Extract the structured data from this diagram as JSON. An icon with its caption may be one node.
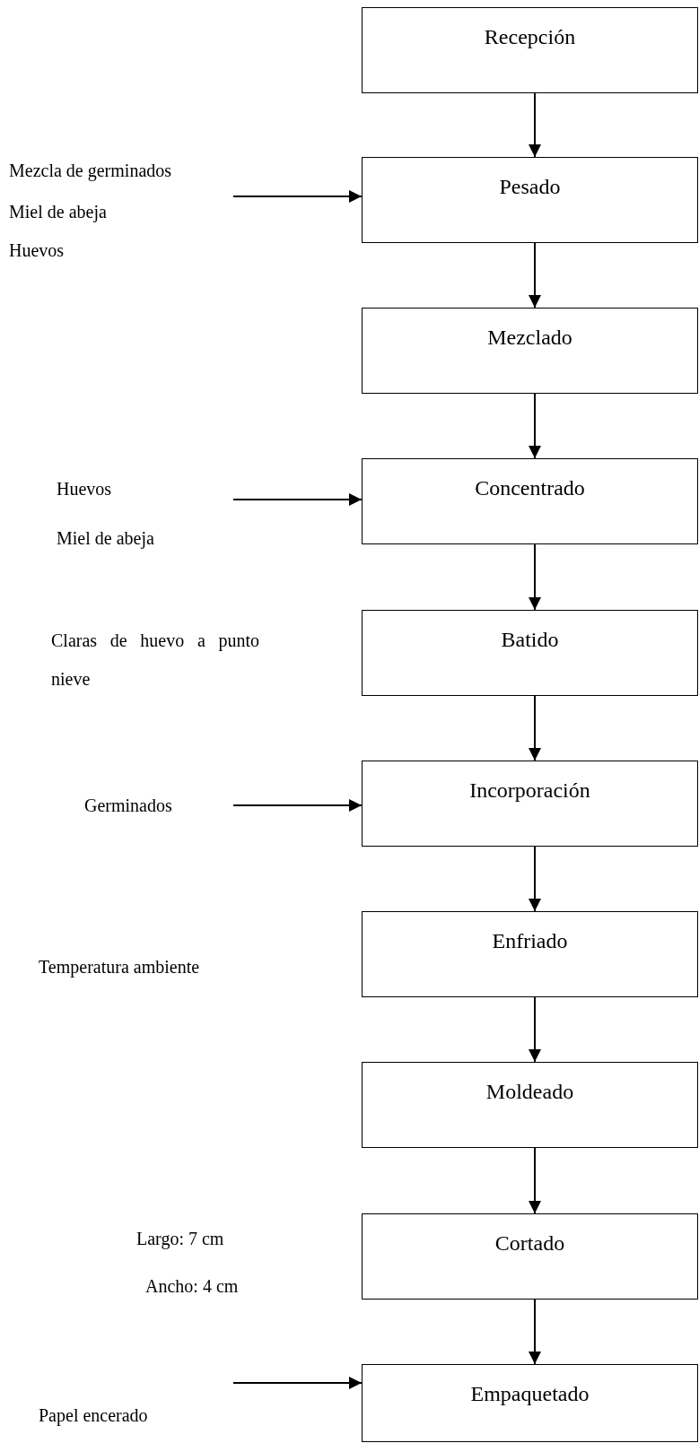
{
  "diagram": {
    "nodes": [
      {
        "text": [
          "Recepción"
        ]
      },
      {
        "text": [
          "Pesado"
        ]
      },
      {
        "text": [
          "Mezclado"
        ]
      },
      {
        "text": [
          "Concentrado"
        ]
      },
      {
        "text": [
          "Batido"
        ]
      },
      {
        "text": [
          "Incorporación"
        ]
      },
      {
        "text": [
          "Enfriado"
        ]
      },
      {
        "text": [
          "Moldeado"
        ]
      },
      {
        "text": [
          "Cortado"
        ]
      },
      {
        "text": [
          "Empaquetado"
        ]
      }
    ],
    "edges": [
      {
        "from": 0,
        "to": 1,
        "arrow": "to"
      },
      {
        "from": null,
        "to": 1,
        "arrow": "to"
      },
      {
        "from": 1,
        "to": 2,
        "arrow": "to"
      },
      {
        "from": 2,
        "to": 3,
        "arrow": "to"
      },
      {
        "from": null,
        "to": 3,
        "arrow": "to"
      },
      {
        "from": 3,
        "to": 4,
        "arrow": "to"
      },
      {
        "from": 4,
        "to": 5,
        "arrow": "to"
      },
      {
        "from": null,
        "to": 5,
        "arrow": "to"
      },
      {
        "from": 5,
        "to": 6,
        "arrow": "to"
      },
      {
        "from": 6,
        "to": 7,
        "arrow": "to"
      },
      {
        "from": 7,
        "to": 8,
        "arrow": "to"
      },
      {
        "from": 8,
        "to": 9,
        "arrow": "to"
      },
      {
        "from": null,
        "to": 9,
        "arrow": "to"
      }
    ],
    "labels": [
      "Mezcla de germinados",
      "Miel de abeja",
      "Huevos",
      "Huevos",
      "Miel de abeja",
      "Claras de huevo a punto nieve",
      "Germinados",
      "Temperatura ambiente",
      "Largo: 7 cm",
      "Ancho: 4 cm",
      "Papel encerado"
    ]
  }
}
